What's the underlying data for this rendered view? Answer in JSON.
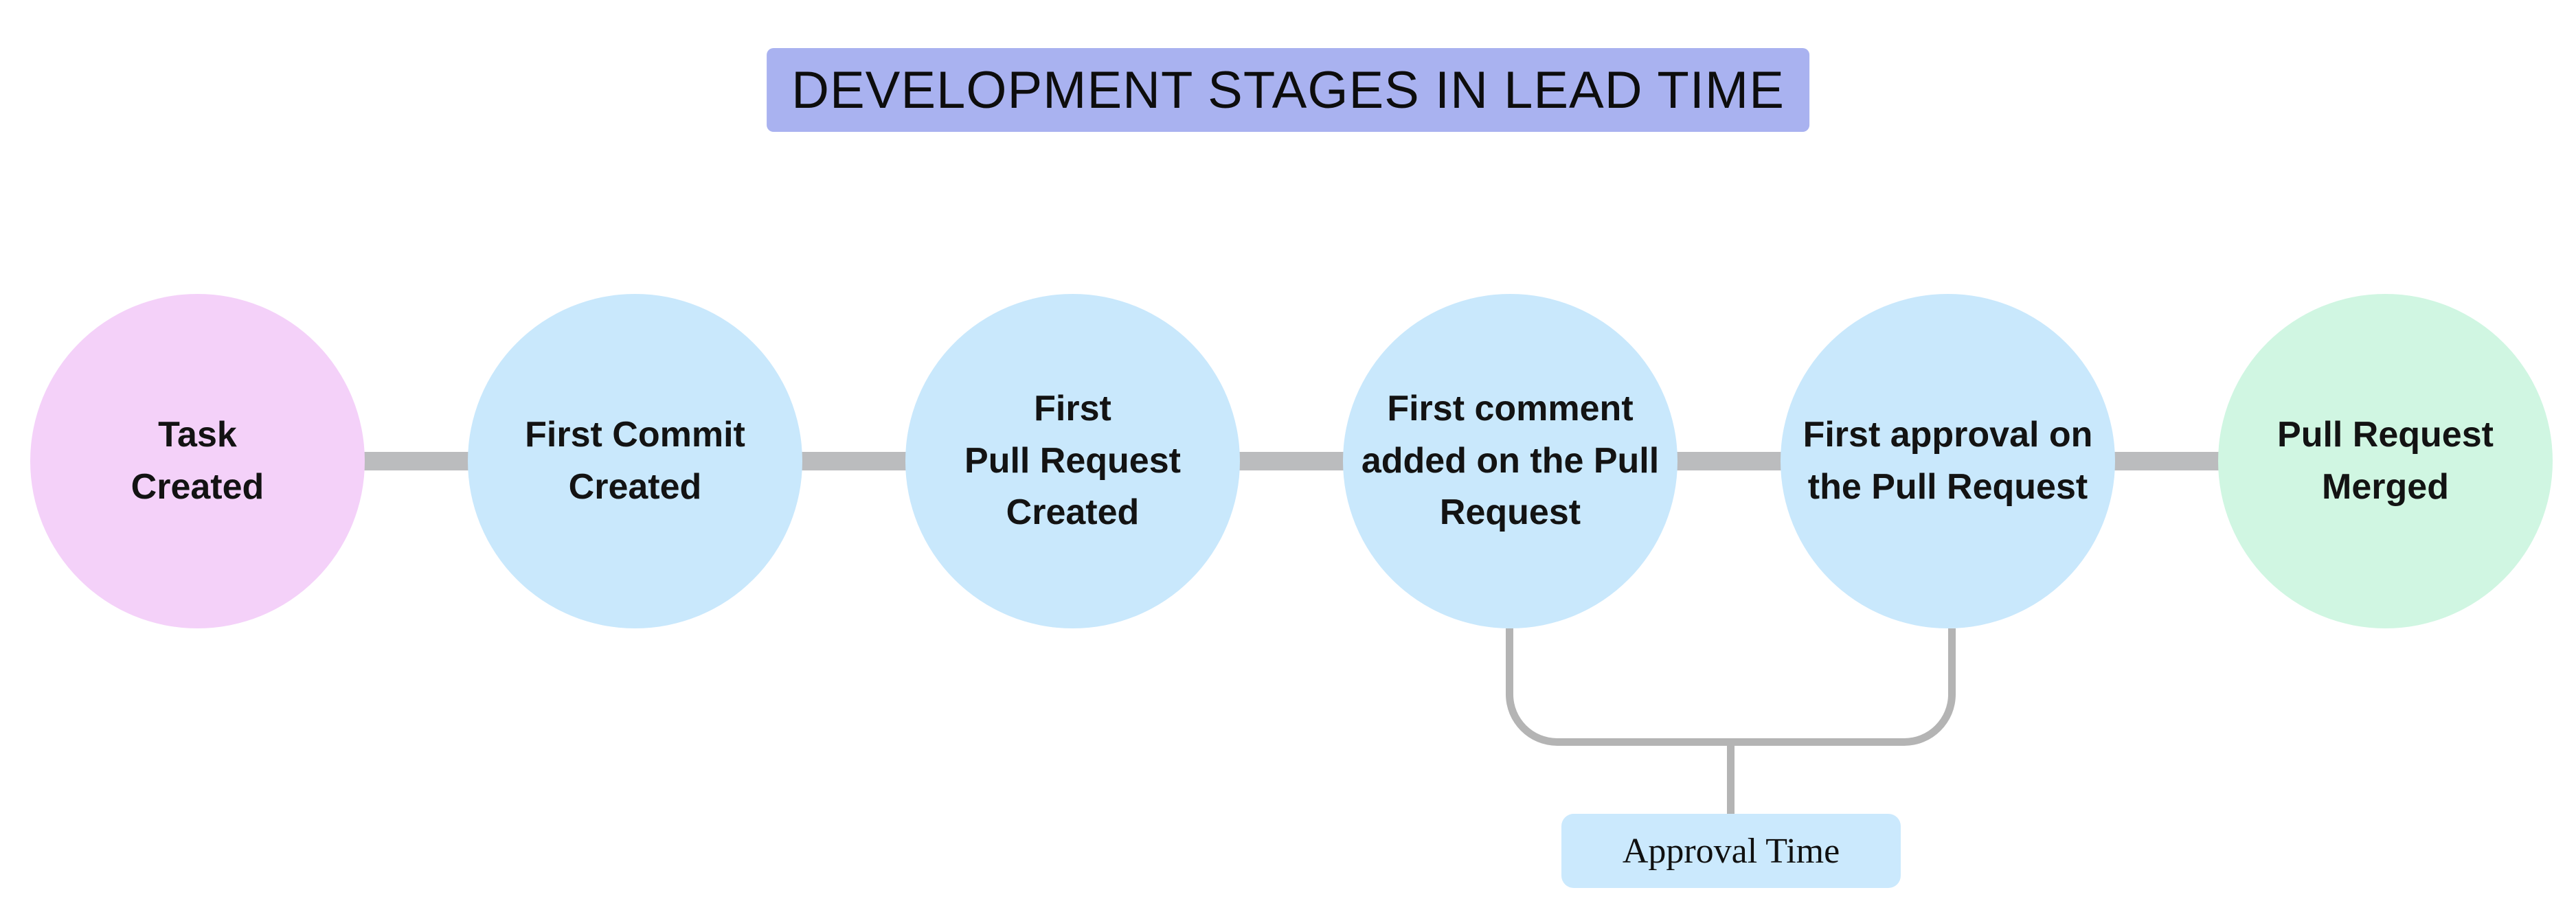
{
  "page": {
    "background_color": "#ffffff"
  },
  "title": {
    "text": "DEVELOPMENT STAGES IN LEAD TIME",
    "bg_color": "#a9b2f0",
    "text_color": "#0d0d0d"
  },
  "timeline": {
    "connector_color": "#bbbcbe"
  },
  "stages": [
    {
      "label": "Task\nCreated",
      "fill": "#f4d1f9"
    },
    {
      "label": "First Commit\nCreated",
      "fill": "#c9e8fc"
    },
    {
      "label": "First\nPull Request\nCreated",
      "fill": "#c9e8fc"
    },
    {
      "label": "First comment\nadded on the Pull\nRequest",
      "fill": "#c9e8fc"
    },
    {
      "label": "First approval on\nthe Pull Request",
      "fill": "#c9e8fc"
    },
    {
      "label": "Pull Request\nMerged",
      "fill": "#d0f6e2"
    }
  ],
  "annotation": {
    "label": "Approval Time",
    "bg_color": "#cbe9fd",
    "bracket_color": "#b4b4b4",
    "connects_stages": [
      4,
      5
    ]
  }
}
